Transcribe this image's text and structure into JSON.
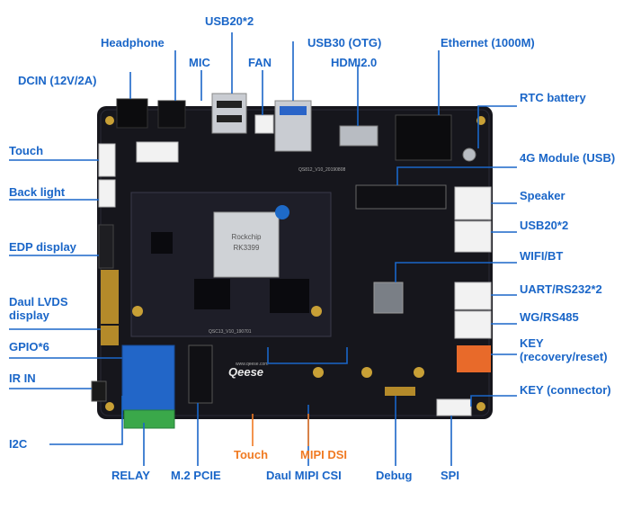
{
  "board": {
    "silkscreen": {
      "board_id": "QS812_V10_20190808",
      "core_id": "QSC13_V10_190701",
      "brand": "Qeese",
      "website": "www.qeese.com",
      "chip_brand": "Rockchip",
      "chip_model": "RK3399"
    }
  },
  "labels": {
    "headphone": "Headphone",
    "usb20_top": "USB20*2",
    "mic": "MIC",
    "fan": "FAN",
    "usb30_otg": "USB30 (OTG)",
    "hdmi": "HDMI2.0",
    "ethernet": "Ethernet (1000M)",
    "dcin": "DCIN (12V/2A)",
    "rtc_battery": "RTC battery",
    "touch_left": "Touch",
    "module_4g": "4G Module (USB)",
    "back_light": "Back light",
    "speaker": "Speaker",
    "usb20_right": "USB20*2",
    "edp_display": "EDP display",
    "wifi_bt": "WIFI/BT",
    "lvds_line1": "Daul LVDS",
    "lvds_line2": "display",
    "uart": "UART/RS232*2",
    "wg_rs485": "WG/RS485",
    "gpio": "GPIO*6",
    "key_recovery_line1": "KEY",
    "key_recovery_line2": "(recovery/reset)",
    "ir_in": "IR IN",
    "key_connector": "KEY (connector)",
    "i2c": "I2C",
    "touch_bottom": "Touch",
    "mipi_dsi": "MIPI DSI",
    "relay": "RELAY",
    "m2_pcie": "M.2 PCIE",
    "mipi_csi": "Daul MIPI CSI",
    "debug": "Debug",
    "spi": "SPI"
  },
  "colors": {
    "label_blue": "#1a66c8",
    "label_orange": "#f07a22",
    "pcb": "#16161c",
    "relay_blue": "#2266c8",
    "terminal_green": "#3aa84a"
  }
}
